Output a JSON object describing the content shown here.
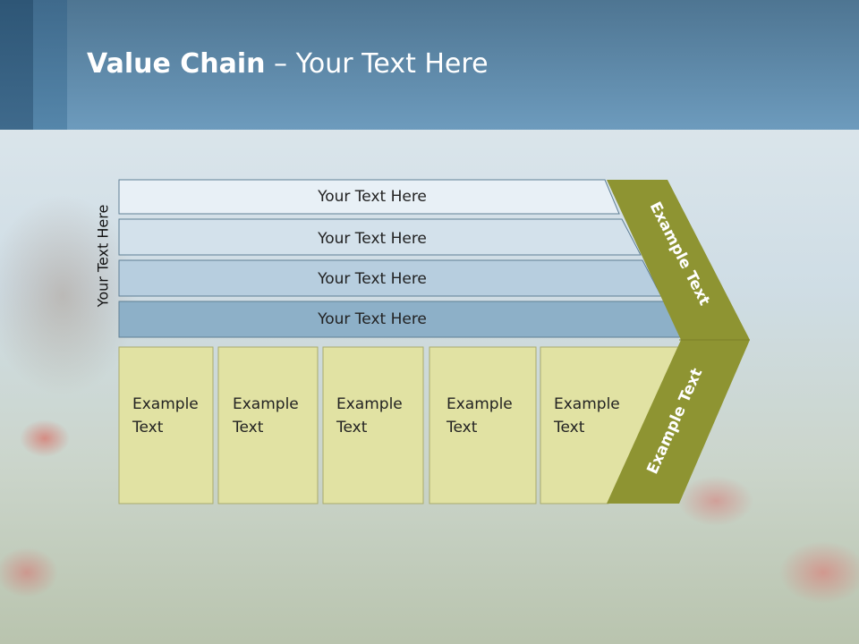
{
  "slide": {
    "title_bold": "Value Chain",
    "title_rest": " – Your Text Here",
    "side_label": "Your Text Here"
  },
  "rows": [
    {
      "label": "Your Text Here",
      "fill": "#e8f0f6"
    },
    {
      "label": "Your Text Here",
      "fill": "#d3e1eb"
    },
    {
      "label": "Your Text Here",
      "fill": "#b7cedf"
    },
    {
      "label": "Your Text Here",
      "fill": "#8db0c8"
    }
  ],
  "boxes": [
    {
      "line1": "Example",
      "line2": "Text"
    },
    {
      "line1": "Example",
      "line2": "Text"
    },
    {
      "line1": "Example",
      "line2": "Text"
    },
    {
      "line1": "Example",
      "line2": "Text"
    },
    {
      "line1": "Example",
      "line2": "Text"
    }
  ],
  "chevron": {
    "upper_label": "Example Text",
    "lower_label": "Example Text",
    "color": "#8e9432"
  },
  "colors": {
    "box_fill": "#e1e2a3",
    "box_stroke": "#a9ab6c",
    "row_stroke": "#5f7f95"
  }
}
